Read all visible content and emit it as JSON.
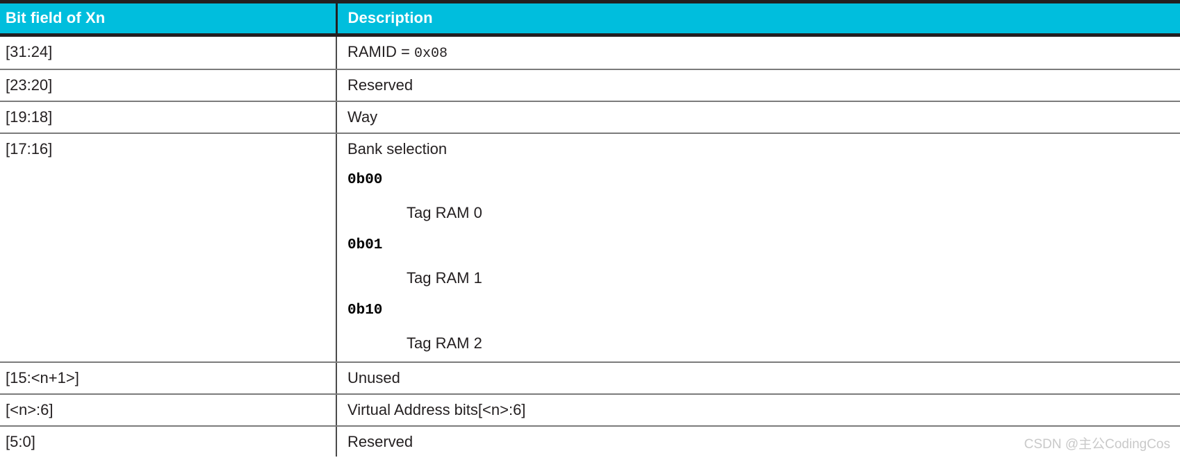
{
  "table": {
    "columns": [
      {
        "key": "bitfield",
        "label": "Bit field of Xn"
      },
      {
        "key": "description",
        "label": "Description"
      }
    ],
    "header_bg": "#00BEDD",
    "header_fg": "#FFFFFF",
    "rows": [
      {
        "bitfield": "[31:24]",
        "description_prefix": "RAMID = ",
        "description_mono": "0x08"
      },
      {
        "bitfield": "[23:20]",
        "description": "Reserved"
      },
      {
        "bitfield": "[19:18]",
        "description": "Way"
      },
      {
        "bitfield": "[17:16]",
        "description": "Bank selection",
        "options": [
          {
            "code": "0b00",
            "value": "Tag RAM 0"
          },
          {
            "code": "0b01",
            "value": "Tag RAM 1"
          },
          {
            "code": "0b10",
            "value": "Tag RAM 2"
          }
        ]
      },
      {
        "bitfield": "[15:<n+1>]",
        "description": "Unused"
      },
      {
        "bitfield": "[<n>:6]",
        "description": "Virtual Address bits[<n>:6]"
      },
      {
        "bitfield": "[5:0]",
        "description": "Reserved"
      }
    ]
  },
  "watermark": {
    "text": "CSDN @主公CodingCos",
    "color": "#C9C9C9"
  }
}
